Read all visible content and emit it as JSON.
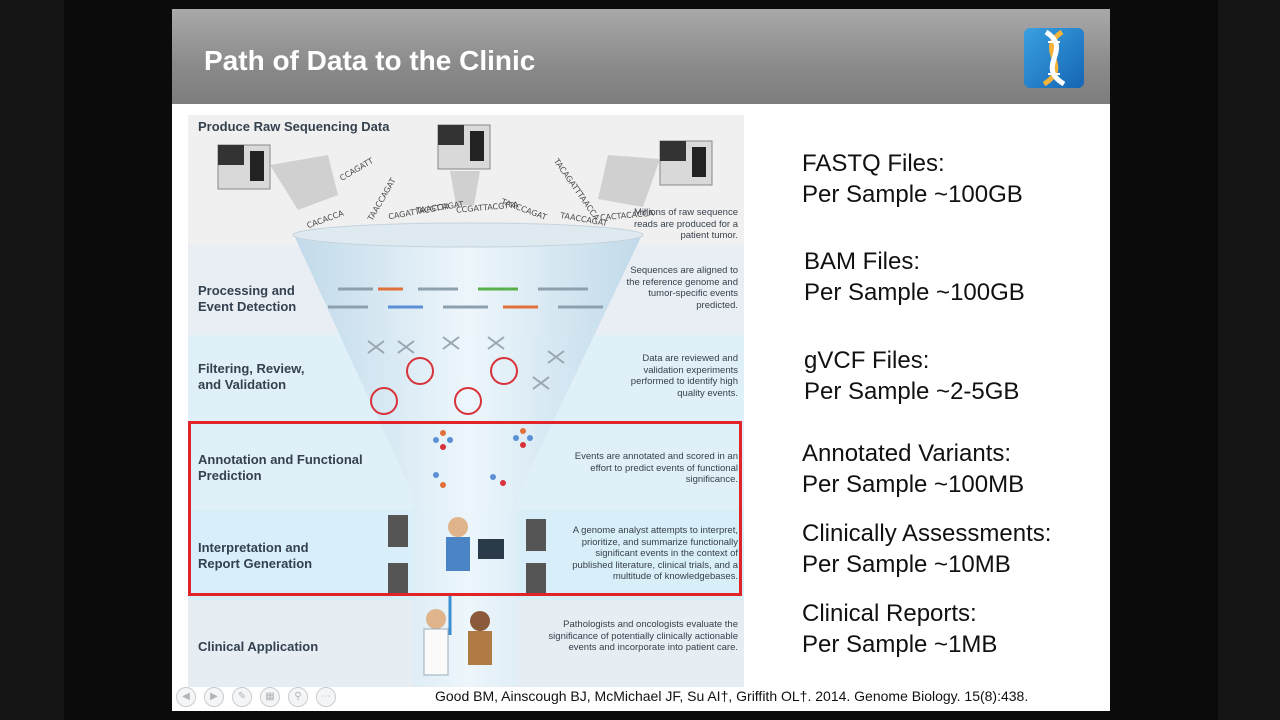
{
  "slide": {
    "title": "Path of Data to the Clinic",
    "citation": "Good BM, Ainscough BJ, McMichael JF, Su AI†, Griffith OL†. 2014. Genome Biology. 15(8):438."
  },
  "figure": {
    "top_label": "Produce Raw Sequencing Data",
    "top_desc": "Millions of raw sequence reads are produced for a patient tumor.",
    "sequence_fragments": [
      "CCAGATT",
      "TAACCAGAT",
      "CACACCA",
      "CAGATTACGTTA",
      "TAACCAGAT",
      "CCGATTACGTTA",
      "TAACCAGAT",
      "TACAGATTTAACCA",
      "TAACCAGAT",
      "CACTACACCA"
    ],
    "stages": [
      {
        "label": "Processing and Event Detection",
        "desc": "Sequences are aligned to the reference genome and tumor-specific events predicted."
      },
      {
        "label": "Filtering, Review, and Validation",
        "desc": "Data are reviewed and validation experiments performed to identify high quality events."
      },
      {
        "label": "Annotation and Functional Prediction",
        "desc": "Events are annotated and scored in an effort to predict events of functional significance."
      },
      {
        "label": "Interpretation and Report Generation",
        "desc": "A genome analyst attempts to interpret, prioritize, and summarize functionally significant events in the context of published literature, clinical trials, and a multitude of knowledgebases."
      },
      {
        "label": "Clinical Application",
        "desc": "Pathologists and oncologists evaluate the significance of potentially clinically actionable events and incorporate into patient care."
      }
    ]
  },
  "sizes": [
    {
      "line1": "FASTQ Files:",
      "line2": "Per Sample ~100GB"
    },
    {
      "line1": "BAM Files:",
      "line2": "Per Sample ~100GB"
    },
    {
      "line1": "gVCF Files:",
      "line2": "Per Sample ~2-5GB"
    },
    {
      "line1": "Annotated Variants:",
      "line2": "Per Sample ~100MB"
    },
    {
      "line1": "Clinically Assessments:",
      "line2": "Per Sample ~10MB"
    },
    {
      "line1": "Clinical Reports:",
      "line2": "Per Sample ~1MB"
    }
  ],
  "colors": {
    "highlight": "#e0242a",
    "title_bar": "#8a8a8a",
    "funnel": "#cfe6f4",
    "accent": "#1565b5"
  },
  "icons": [
    "dna-logo-icon",
    "sequencer-icon",
    "server-icon",
    "analyst-icon",
    "doctor-icon",
    "patient-icon",
    "previous-slide-icon",
    "next-slide-icon",
    "pen-icon",
    "slides-icon",
    "zoom-icon",
    "more-icon"
  ]
}
